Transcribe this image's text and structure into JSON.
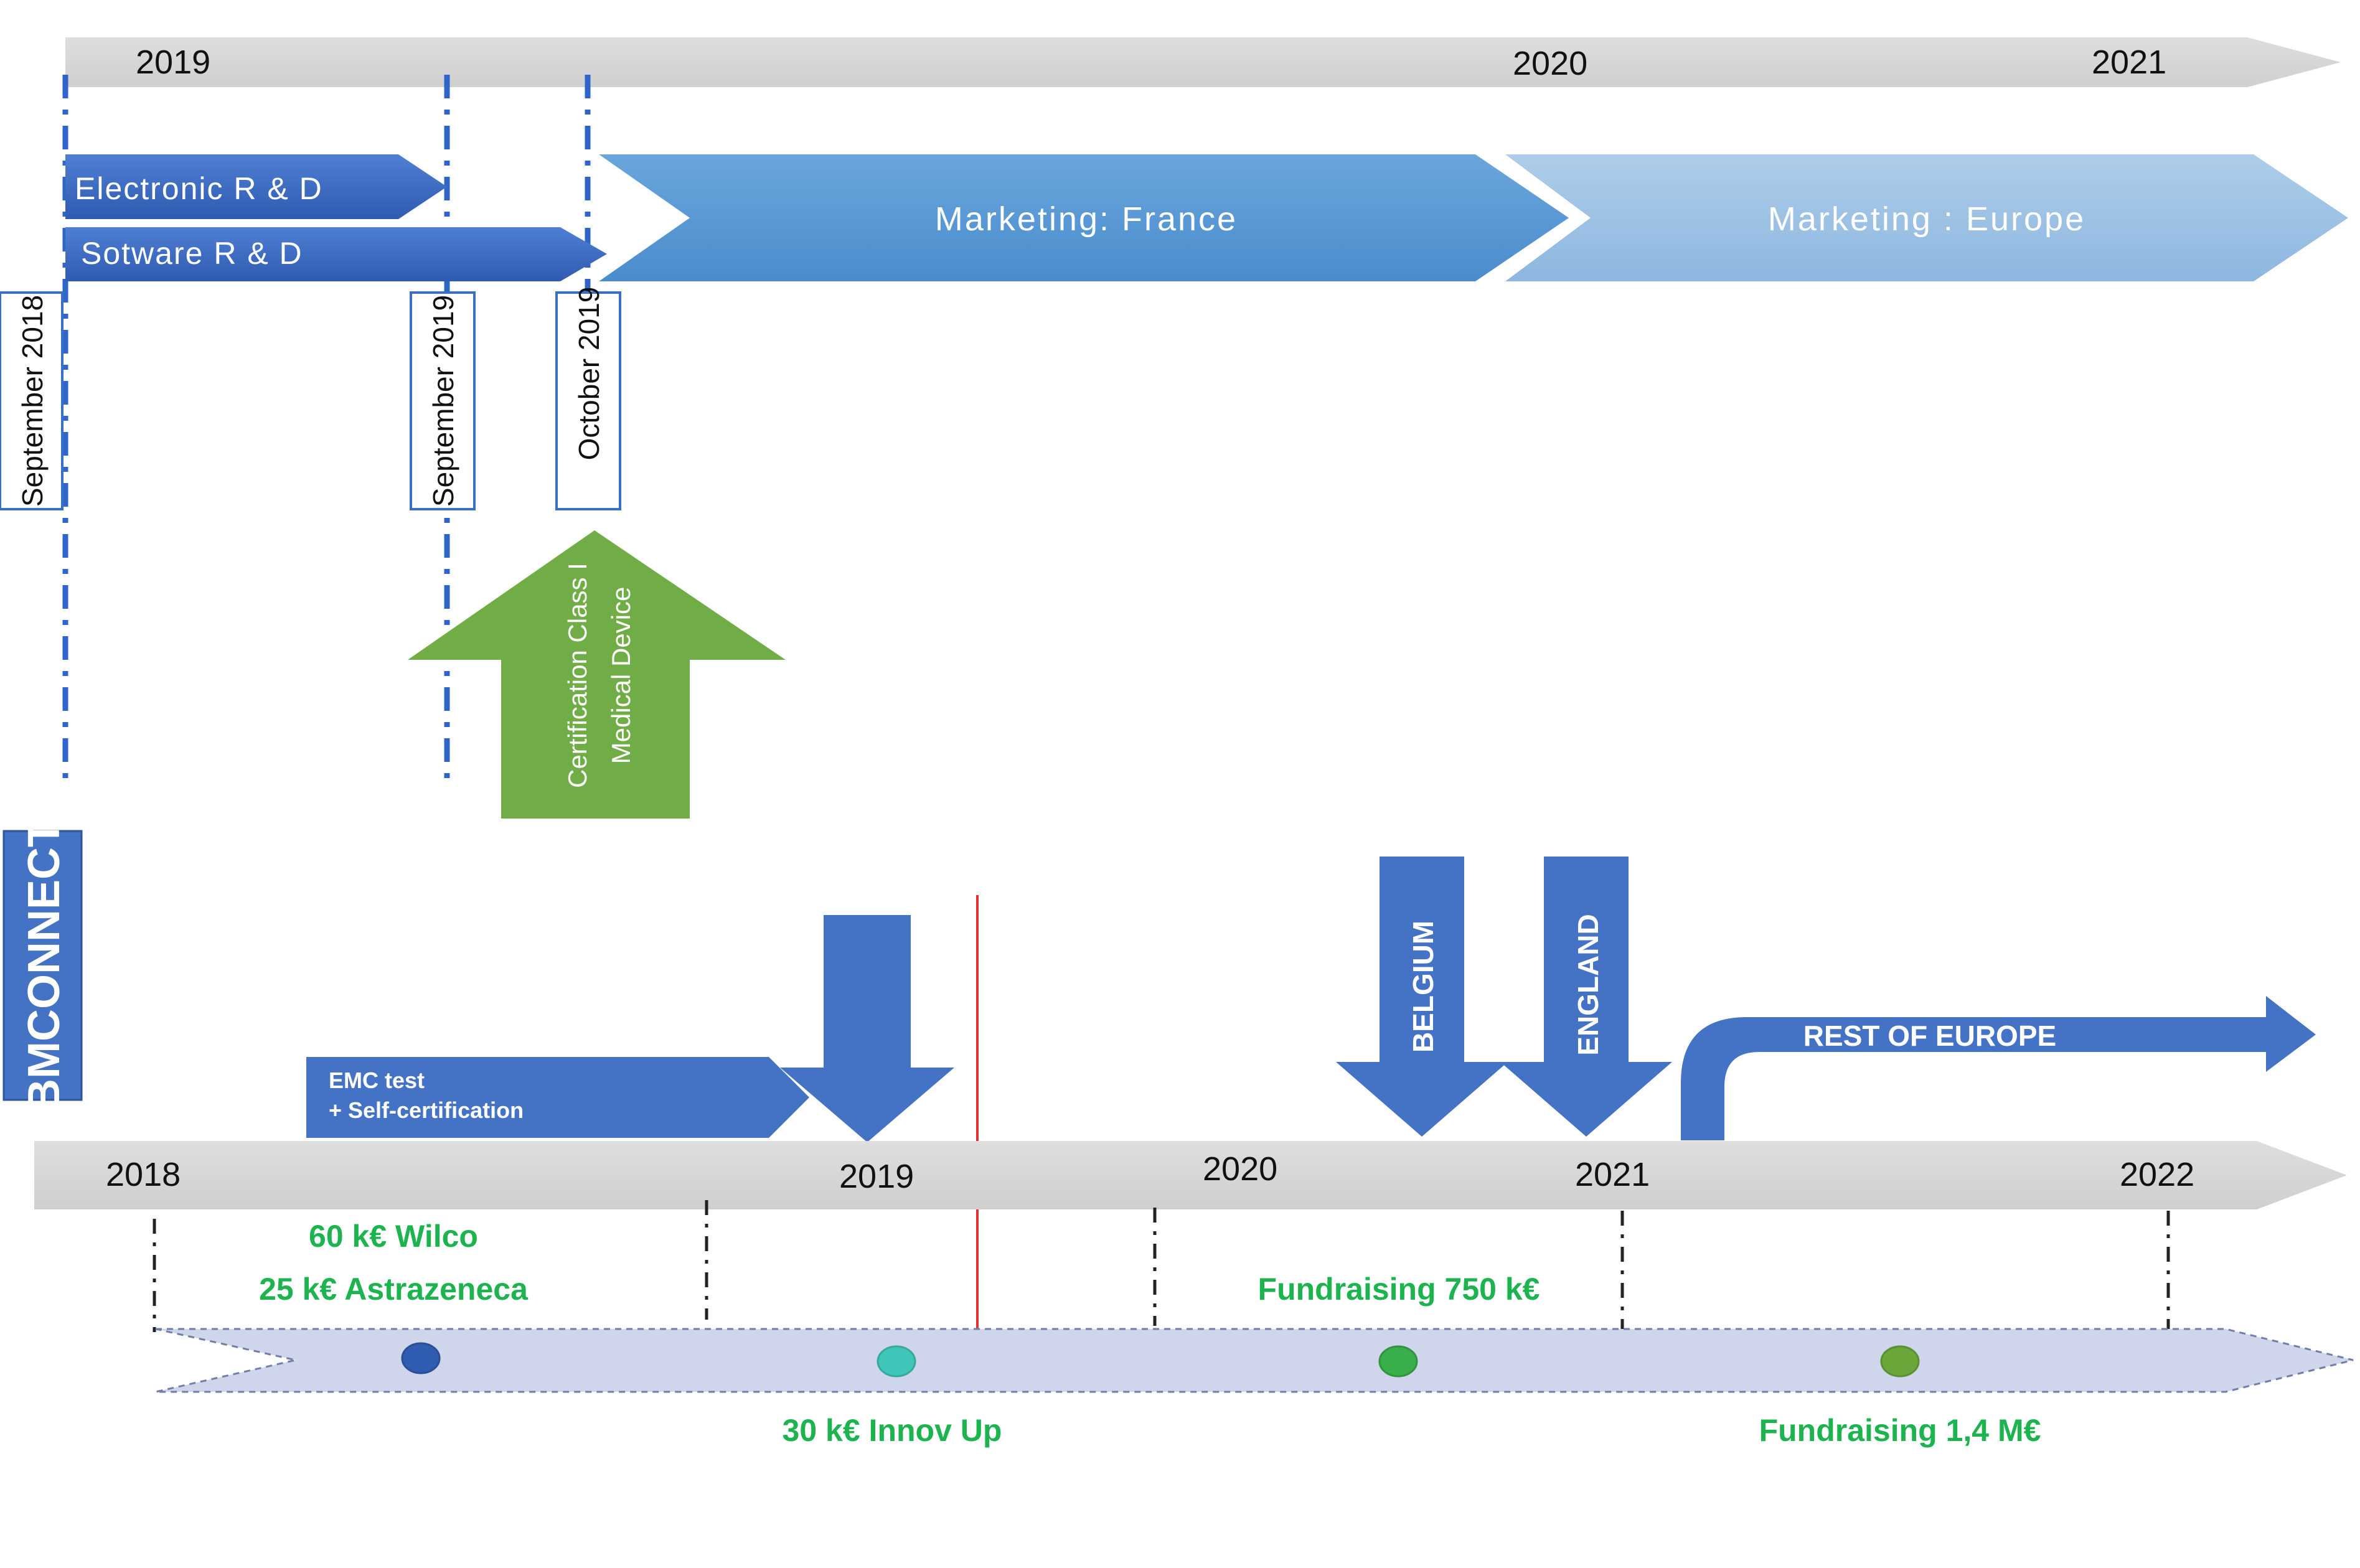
{
  "top_timeline": {
    "years": [
      "2019",
      "2020",
      "2021"
    ]
  },
  "phases": {
    "electronic_rd": "Electronic R & D",
    "software_rd": "Sotware R & D",
    "marketing_france": "Marketing: France",
    "marketing_europe": "Marketing : Europe"
  },
  "milestones": {
    "sep_2018": "September 2018",
    "sep_2019": "September 2019",
    "oct_2019": "October 2019"
  },
  "certification": {
    "line1": "Certification Class I",
    "line2": "Medical Device"
  },
  "brand": "BMCONNECT",
  "bottom_timeline": {
    "years": [
      "2018",
      "2019",
      "2020",
      "2021",
      "2022"
    ]
  },
  "emc": {
    "line1": "EMC test",
    "line2": "+ Self-certification"
  },
  "countries": {
    "belgium": "BELGIUM",
    "england": "ENGLAND",
    "rest": "REST OF EUROPE"
  },
  "funding": {
    "wilco": "60 k€ Wilco",
    "astrazeneca": "25 k€ Astrazeneca",
    "innovup": "30 k€ Innov Up",
    "fund750": "Fundraising 750 k€",
    "fund14": "Fundraising 1,4 M€"
  },
  "colors": {
    "dark_blue": "#4472c4",
    "mid_blue": "#5b9bd5",
    "light_blue": "#9dc3e6",
    "green_arrow": "#70ad47",
    "grey_bar": "#d9d9d9",
    "lavender_band": "#cfd5ea",
    "fund_green": "#1db34f",
    "red_line": "#e03030"
  }
}
